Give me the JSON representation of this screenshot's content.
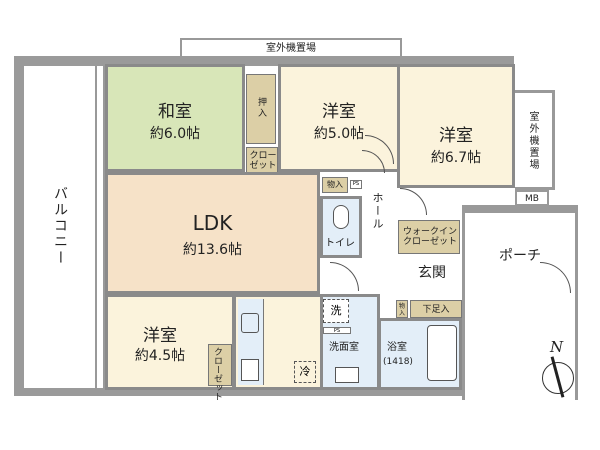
{
  "rooms": {
    "washitsu": {
      "name": "和室",
      "size": "約6.0帖"
    },
    "yoshitsu_a": {
      "name": "洋室",
      "size": "約5.0帖"
    },
    "yoshitsu_b": {
      "name": "洋室",
      "size": "約6.7帖"
    },
    "ldk": {
      "name": "LDK",
      "size": "約13.6帖"
    },
    "yoshitsu_c": {
      "name": "洋室",
      "size": "約4.5帖"
    },
    "washroom": "洗面室",
    "bath": {
      "name": "浴室",
      "size": "(1418)"
    },
    "toilet": "トイレ",
    "hall": "ホール",
    "entrance": "玄関",
    "porch": "ポーチ",
    "balcony": "バルコニー"
  },
  "storage": {
    "oshiire": "押入",
    "closet1": "クローゼット",
    "closet2": "クローゼット",
    "wic": "ウォークインクローゼット",
    "monoire1": "物入",
    "monoire2": "物入",
    "getabako": "下足入",
    "mb": "MB",
    "ps1": "PS",
    "ps2": "PS"
  },
  "outdoor_unit": {
    "top": "室外機置場",
    "right": "室外機置場"
  },
  "appliances": {
    "washer": "洗",
    "fridge": "冷"
  },
  "compass": "N",
  "colors": {
    "washitsu": "#d8e6b8",
    "ldk": "#f6e2c8",
    "yoshitsu": "#fbf3dc",
    "wet": "#e3eef8",
    "storage": "#dccfa6"
  }
}
